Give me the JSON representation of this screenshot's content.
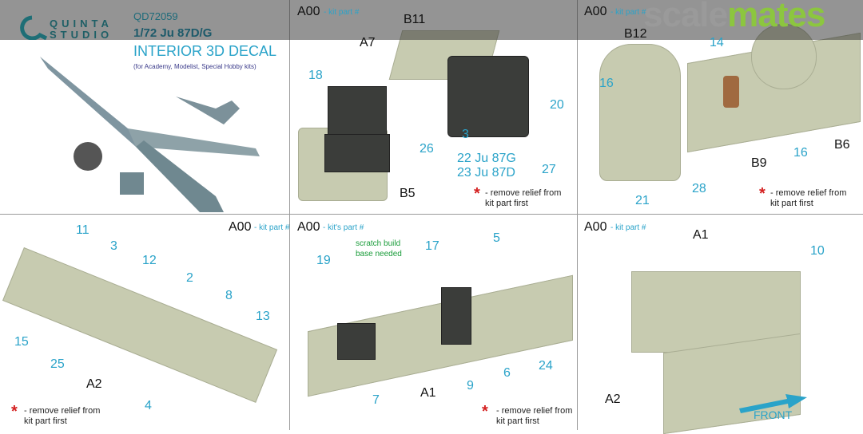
{
  "header": {
    "brand_line1": "QUINTA",
    "brand_line2": "STUDIO",
    "code": "QD72059",
    "scale_title": "1/72 Ju 87D/G",
    "product": "INTERIOR 3D DECAL",
    "compat": "(for Academy, Modelist, Special Hobby kits)"
  },
  "watermark": {
    "part1": "scale",
    "part2": "mates"
  },
  "colors": {
    "accent": "#2aa3c9",
    "star": "#d42020",
    "resin": "#c7cbb0",
    "watermark_green": "#8cc63f"
  },
  "note": {
    "text": "- remove relief from",
    "text2": "kit part first",
    "star": "*"
  },
  "panel2": {
    "header": "A00",
    "header_sub": "- kit part #",
    "labels": [
      "B11",
      "A7",
      "18",
      "26",
      "3",
      "20",
      "22 Ju 87G",
      "23 Ju 87D",
      "27",
      "B5"
    ]
  },
  "panel3": {
    "header": "A00",
    "header_sub": "- kit part #",
    "labels": [
      "B12",
      "14",
      "16",
      "16",
      "21",
      "28",
      "B9",
      "B6"
    ]
  },
  "panel4": {
    "header": "A00",
    "header_sub": "- kit part #",
    "labels": [
      "11",
      "3",
      "12",
      "2",
      "8",
      "13",
      "15",
      "25",
      "A2",
      "4"
    ]
  },
  "panel5": {
    "header": "A00",
    "header_sub": "- kit's part #",
    "scratch": "scratch build",
    "scratch2": "base needed",
    "labels": [
      "17",
      "5",
      "19",
      "7",
      "A1",
      "9",
      "6",
      "24"
    ]
  },
  "panel6": {
    "header": "A00",
    "header_sub": "- kit part #",
    "labels": [
      "A1",
      "10",
      "A2"
    ],
    "front": "FRONT"
  }
}
